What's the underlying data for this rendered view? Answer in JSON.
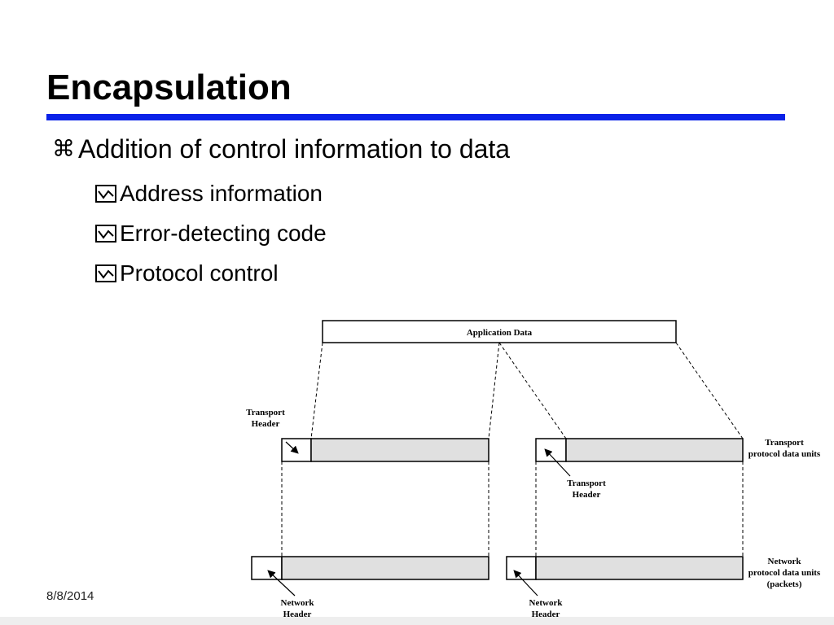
{
  "slide": {
    "title": "Encapsulation",
    "bullets": {
      "main": "Addition of control information to data",
      "main_icon": "command-key-icon",
      "sub_icon": "checkbox-check-icon",
      "sub": [
        "Address information",
        "Error-detecting code",
        "Protocol control"
      ]
    },
    "footer_date": "8/8/2014",
    "colors": {
      "title_rule": "#0a22e8",
      "pdu_fill": "#e0e0e0"
    }
  },
  "diagram": {
    "application_data": "Application Data",
    "transport_header_left": [
      "Transport",
      "Header"
    ],
    "transport_header_right": [
      "Transport",
      "Header"
    ],
    "transport_pdu_label": [
      "Transport",
      "protocol data units"
    ],
    "network_pdu_label": [
      "Network",
      "protocol data units",
      "(packets)"
    ],
    "network_header_left": [
      "Network",
      "Header"
    ],
    "network_header_right": [
      "Network",
      "Header"
    ]
  }
}
